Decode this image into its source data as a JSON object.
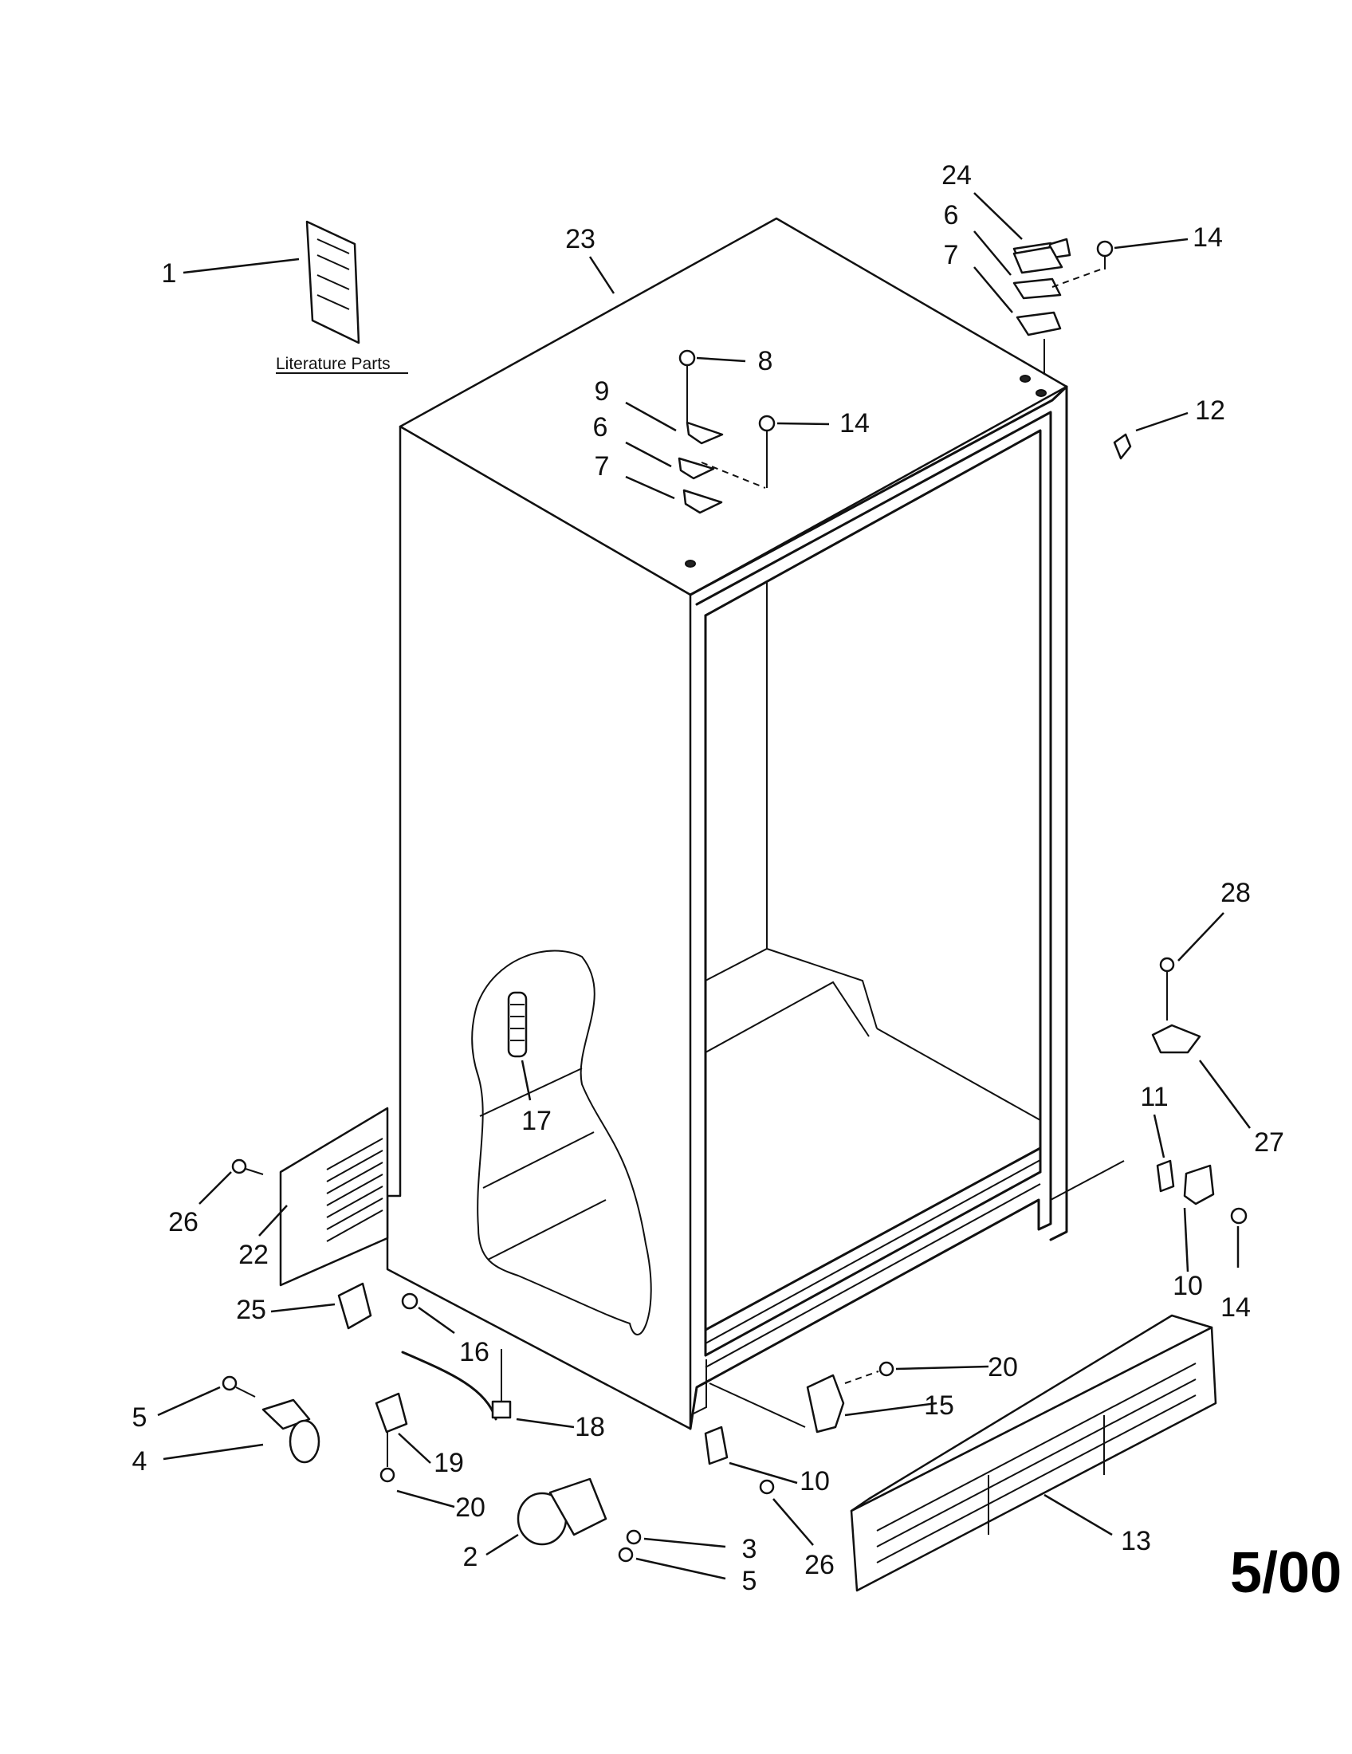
{
  "diagram": {
    "literature_label": "Literature Parts",
    "page_code": "5/00",
    "callouts": [
      {
        "id": "c1",
        "text": "1"
      },
      {
        "id": "c23",
        "text": "23"
      },
      {
        "id": "c24",
        "text": "24"
      },
      {
        "id": "c6a",
        "text": "6"
      },
      {
        "id": "c7a",
        "text": "7"
      },
      {
        "id": "c14a",
        "text": "14"
      },
      {
        "id": "c8",
        "text": "8"
      },
      {
        "id": "c9",
        "text": "9"
      },
      {
        "id": "c14b",
        "text": "14"
      },
      {
        "id": "c6b",
        "text": "6"
      },
      {
        "id": "c7b",
        "text": "7"
      },
      {
        "id": "c12",
        "text": "12"
      },
      {
        "id": "c28",
        "text": "28"
      },
      {
        "id": "c27",
        "text": "27"
      },
      {
        "id": "c11",
        "text": "11"
      },
      {
        "id": "c10a",
        "text": "10"
      },
      {
        "id": "c14c",
        "text": "14"
      },
      {
        "id": "c17",
        "text": "17"
      },
      {
        "id": "c26a",
        "text": "26"
      },
      {
        "id": "c22",
        "text": "22"
      },
      {
        "id": "c25",
        "text": "25"
      },
      {
        "id": "c16",
        "text": "16"
      },
      {
        "id": "c5a",
        "text": "5"
      },
      {
        "id": "c4",
        "text": "4"
      },
      {
        "id": "c18",
        "text": "18"
      },
      {
        "id": "c19",
        "text": "19"
      },
      {
        "id": "c20a",
        "text": "20"
      },
      {
        "id": "c20b",
        "text": "20"
      },
      {
        "id": "c15",
        "text": "15"
      },
      {
        "id": "c10b",
        "text": "10"
      },
      {
        "id": "c26b",
        "text": "26"
      },
      {
        "id": "c2",
        "text": "2"
      },
      {
        "id": "c3",
        "text": "3"
      },
      {
        "id": "c5b",
        "text": "5"
      },
      {
        "id": "c13",
        "text": "13"
      }
    ]
  }
}
